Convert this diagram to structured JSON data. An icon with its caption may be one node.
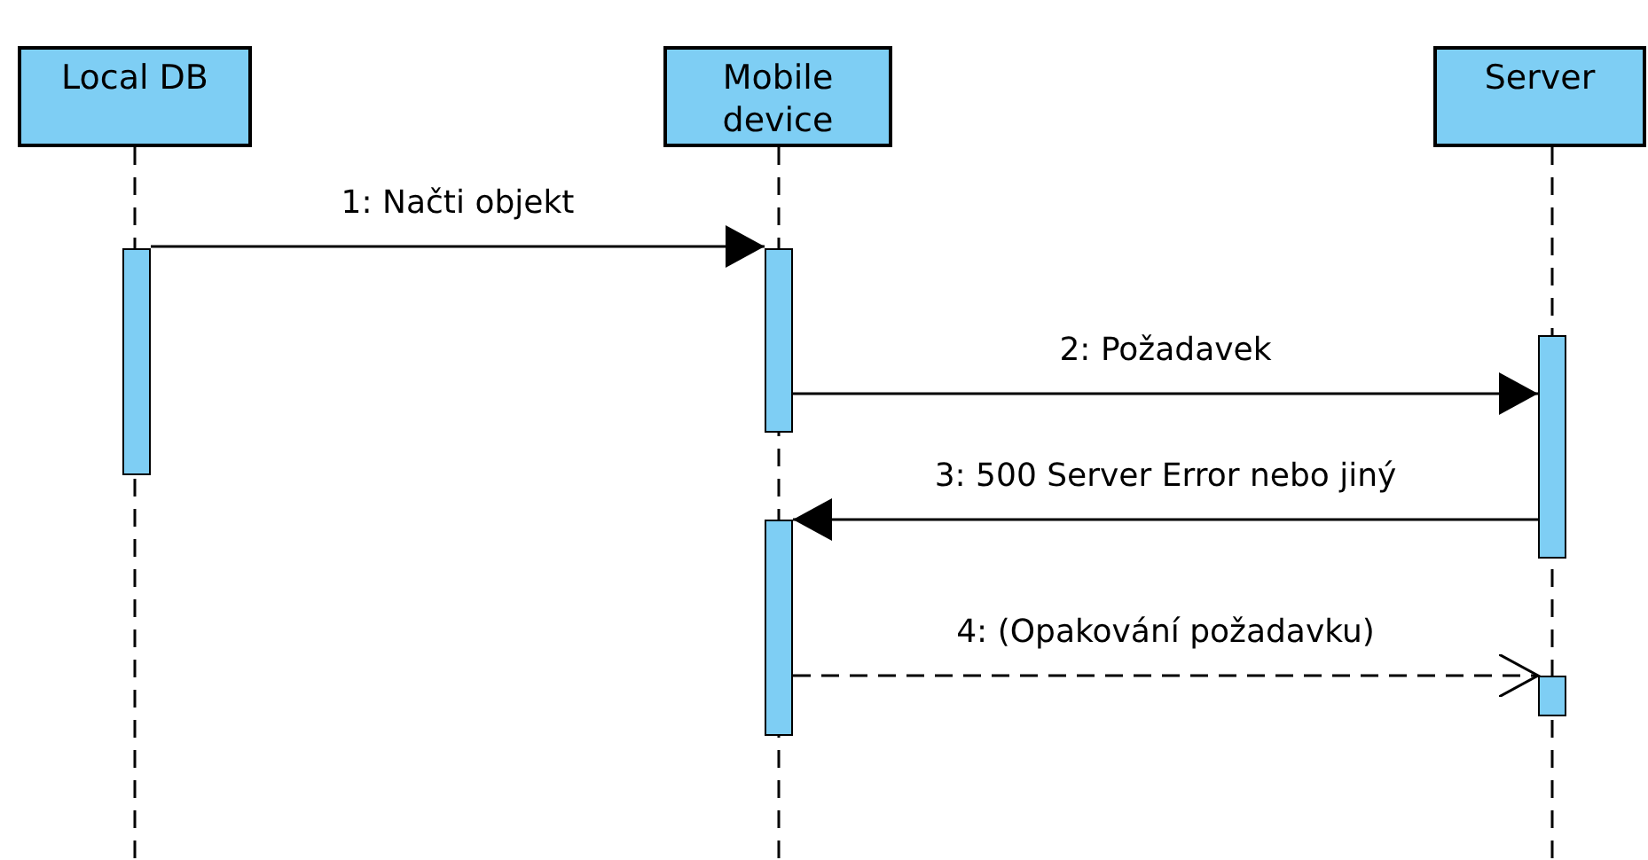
{
  "diagram": {
    "nodes": [
      {
        "text": [
          "Local DB"
        ]
      },
      {
        "text": [
          "Mobile device"
        ]
      },
      {
        "text": [
          "Server"
        ]
      },
      {
        "text": [],
        "shape": "bar"
      },
      {
        "text": [],
        "shape": "bar"
      },
      {
        "text": [],
        "shape": "bar"
      },
      {
        "text": [],
        "shape": "bar"
      },
      {
        "text": [],
        "shape": "bar"
      }
    ],
    "edges": [
      {
        "from": 3,
        "to": 4,
        "arrow": "to",
        "label": "1: Načti objekt"
      },
      {
        "from": 4,
        "to": 5,
        "arrow": "to",
        "label": "2: Požadavek"
      },
      {
        "from": 5,
        "to": 6,
        "arrow": "to",
        "label": "3: 500 Server Error nebo jiný"
      },
      {
        "from": 6,
        "to": 7,
        "arrow": "to",
        "label": "4: (Opakování požadavku)",
        "style": "dashed"
      }
    ]
  }
}
